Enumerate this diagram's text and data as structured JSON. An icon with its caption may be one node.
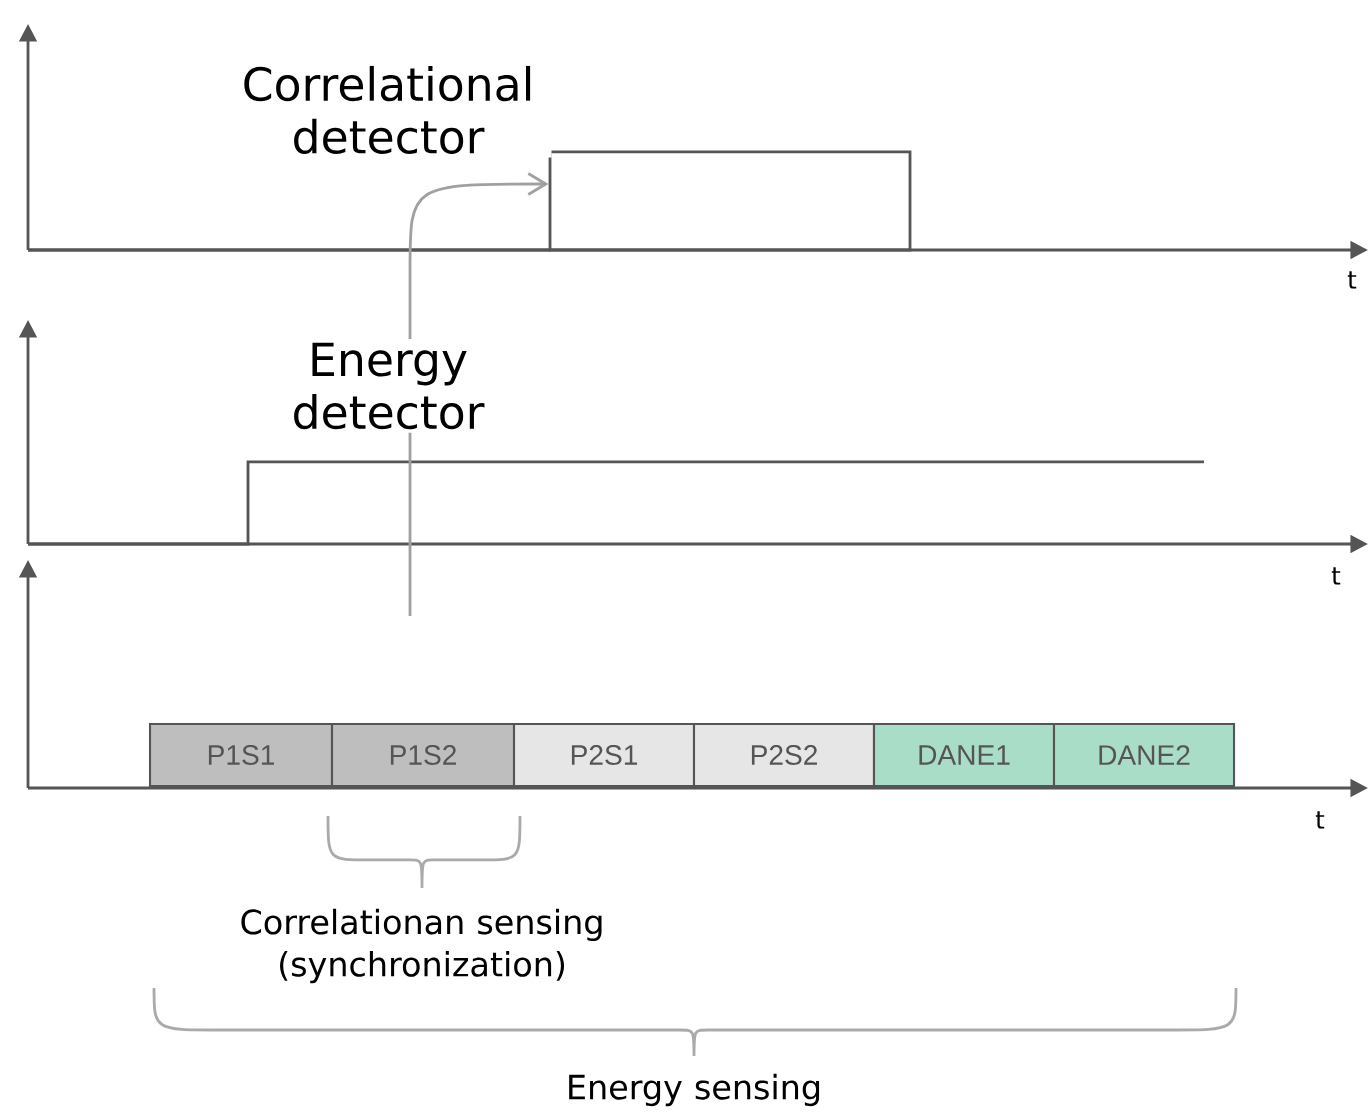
{
  "diagram": {
    "nodes": [
      {
        "text": [
          "P1S1"
        ]
      },
      {
        "text": [
          "P1S2"
        ]
      },
      {
        "text": [
          "P2S1"
        ]
      },
      {
        "text": [
          "P2S2"
        ]
      },
      {
        "text": [
          "DANE1"
        ]
      },
      {
        "text": [
          "DANE2"
        ]
      },
      {
        "text": [],
        "shape": "box"
      }
    ],
    "edges": [
      {
        "from": null,
        "to": 6,
        "arrow": "to",
        "color": "#a0a0a0"
      }
    ],
    "labels": [
      "Correlational detector",
      "t",
      "Energy detector",
      "t",
      "t",
      "Correlationan sensing (synchronization)",
      "Energy sensing"
    ]
  }
}
